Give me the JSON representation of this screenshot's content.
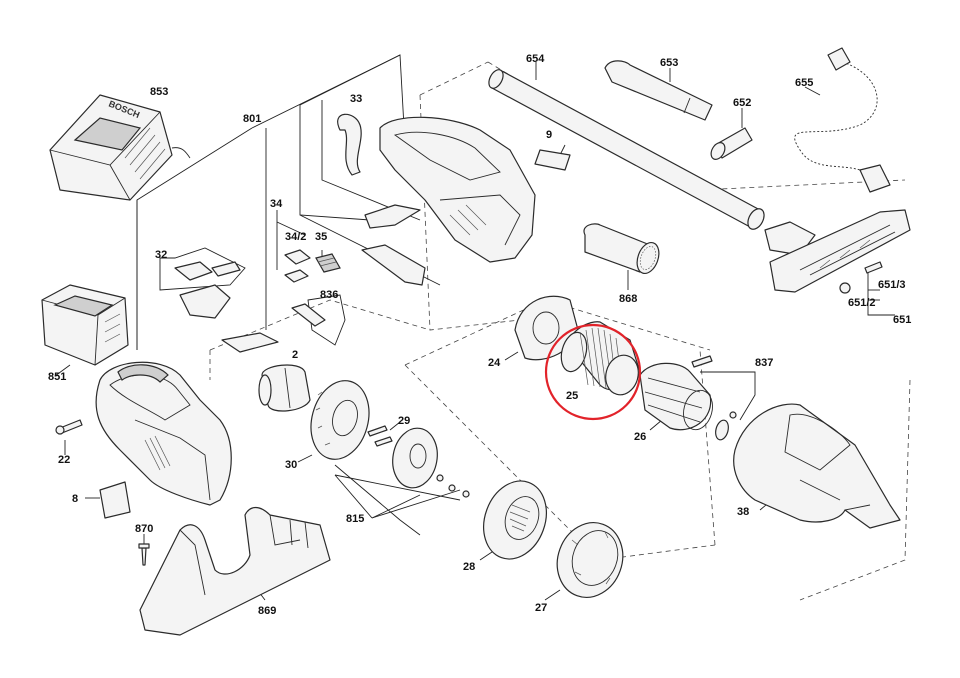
{
  "brand_label": "BOSCH",
  "highlight_color": "#e2232a",
  "highlighted_part": "25",
  "labels": {
    "p853": "853",
    "p801": "801",
    "p33": "33",
    "p654": "654",
    "p653": "653",
    "p652": "652",
    "p655": "655",
    "p9": "9",
    "p34": "34",
    "p34_2": "34/2",
    "p35": "35",
    "p32": "32",
    "p836": "836",
    "p868": "868",
    "p651_3": "651/3",
    "p651_2": "651/2",
    "p651": "651",
    "p851": "851",
    "p2": "2",
    "p24": "24",
    "p25": "25",
    "p837": "837",
    "p22": "22",
    "p29": "29",
    "p26": "26",
    "p30": "30",
    "p38": "38",
    "p8": "8",
    "p815": "815",
    "p870": "870",
    "p28": "28",
    "p27": "27",
    "p869": "869"
  }
}
